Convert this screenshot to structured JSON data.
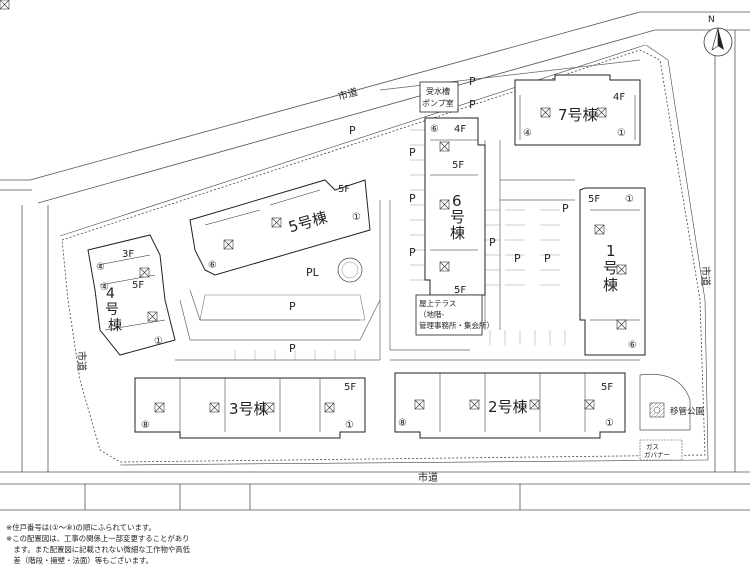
{
  "compass": {
    "north_label": "N"
  },
  "roads": {
    "north": "市道",
    "west": "市道",
    "south": "市道",
    "east": "市道"
  },
  "buildings": {
    "b1": {
      "name_vertical": [
        "1",
        "号",
        "棟"
      ],
      "floors": "5F",
      "unit_start": "①",
      "unit_end": "⑥"
    },
    "b2": {
      "name": "2号棟",
      "floors": "5F",
      "unit_start": "⑧",
      "unit_end": "①"
    },
    "b3": {
      "name": "3号棟",
      "floors": "5F",
      "unit_start": "⑧",
      "unit_end": "①"
    },
    "b4": {
      "name_vertical": [
        "4",
        "号",
        "棟"
      ],
      "floors_top": "3F",
      "floors_mid": "5F",
      "unit_a": "④",
      "unit_b": "④",
      "unit_c": "①"
    },
    "b5": {
      "name": "5号棟",
      "floors": "5F",
      "unit_start": "⑥",
      "unit_end": "①"
    },
    "b6": {
      "name_vertical": [
        "6",
        "号",
        "棟"
      ],
      "floors_top": "4F",
      "floors_mid": "5F",
      "floors_bottom": "5F",
      "unit_top": "⑥"
    },
    "b7": {
      "name": "7号棟",
      "floors": "4F",
      "unit_start": "④",
      "unit_end": "①"
    }
  },
  "facilities": {
    "water_tank": "受水槽\nポンプ室",
    "rooftop_terrace": [
      "屋上テラス",
      "（地階-",
      "管理事務所・集会所）"
    ],
    "playlot": "PL",
    "park": "移管公園",
    "gas_governor": [
      "ガス",
      "ガバナー"
    ],
    "parking": "P"
  },
  "notes": [
    "※住戸番号は(①〜⑧)の順にふられています。",
    "※この配置図は、工事の関係上一部変更することがあり",
    "　ます。また配置図に記載されない微細な工作物や高低",
    "　差（階段・擁壁・法面）等もございます。"
  ]
}
